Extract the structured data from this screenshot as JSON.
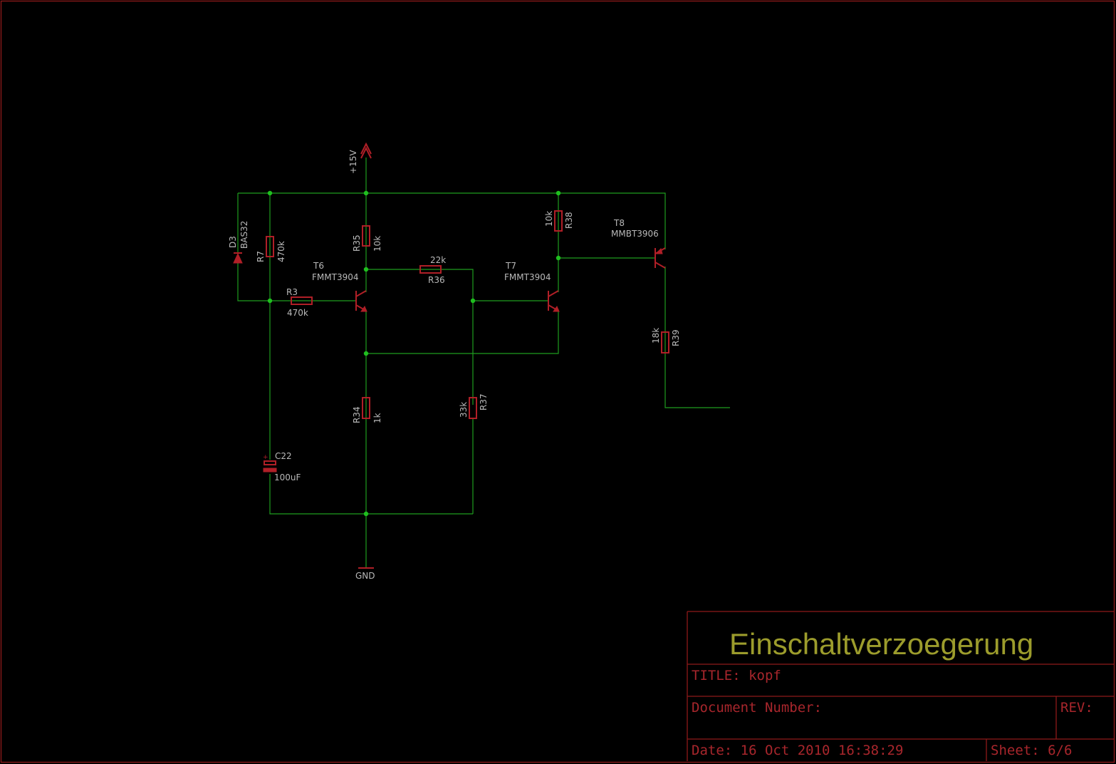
{
  "supply": {
    "label": "+15V"
  },
  "ground": {
    "label": "GND"
  },
  "components": {
    "d3": {
      "ref": "D3",
      "value": "BAS32"
    },
    "r7": {
      "ref": "R7",
      "value": "470k"
    },
    "r3": {
      "ref": "R3",
      "value": "470k"
    },
    "r35": {
      "ref": "R35",
      "value": "10k"
    },
    "t6": {
      "ref": "T6",
      "value": "FMMT3904"
    },
    "r36": {
      "ref": "R36",
      "value": "22k"
    },
    "t7": {
      "ref": "T7",
      "value": "FMMT3904"
    },
    "r38": {
      "ref": "R38",
      "value": "10k"
    },
    "t8": {
      "ref": "T8",
      "value": "MMBT3906"
    },
    "r39": {
      "ref": "R39",
      "value": "18k"
    },
    "r34": {
      "ref": "R34",
      "value": "1k"
    },
    "r37": {
      "ref": "R37",
      "value": "33k"
    },
    "c22": {
      "ref": "C22",
      "value": "100uF",
      "polarity": "+"
    }
  },
  "title_block": {
    "heading": "Einschaltverzoegerung",
    "title": "TITLE:  kopf",
    "document_number": "Document Number:",
    "rev": "REV:",
    "date": "Date: 16 Oct 2010 16:38:29",
    "sheet": "Sheet: 6/6"
  },
  "colors": {
    "background": "#000000",
    "wire": "#1f9d1f",
    "component": "#b01f27",
    "frame": "#8e1a1a",
    "label": "#b9b9b9",
    "heading": "#9c9c2c",
    "title_block_text": "#a8262c"
  }
}
